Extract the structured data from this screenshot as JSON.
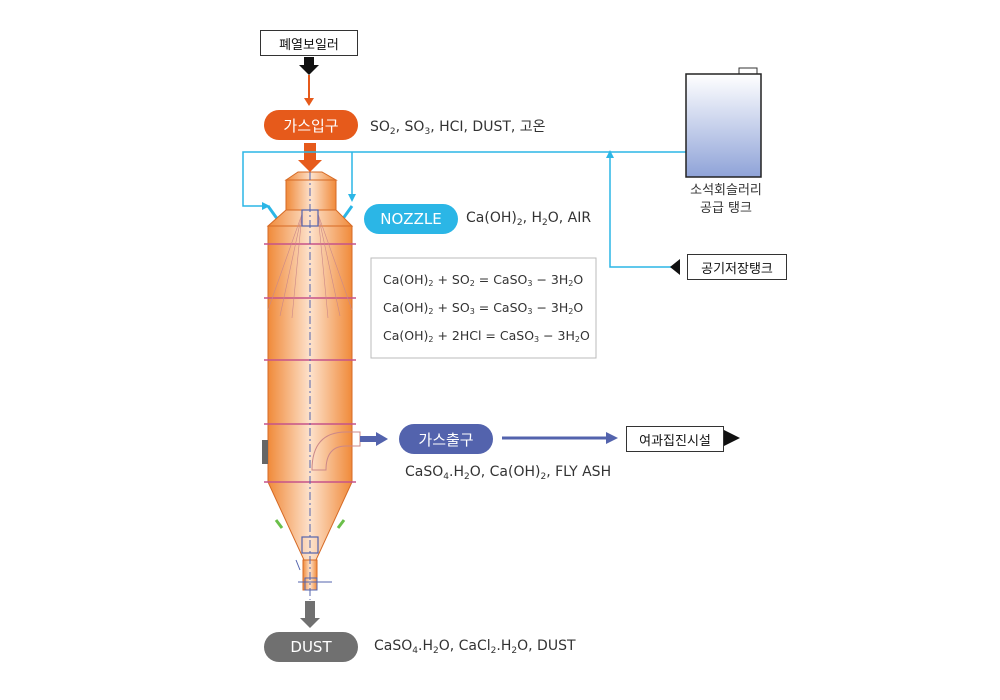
{
  "labels": {
    "boiler": "폐열보일러",
    "gas_inlet": "가스입구",
    "nozzle": "NOZZLE",
    "gas_outlet": "가스출구",
    "dust": "DUST",
    "slurry_tank_line1": "소석회슬러리",
    "slurry_tank_line2": "공급 탱크",
    "air_tank": "공기저장탱크",
    "filter": "여과집진시설"
  },
  "notes": {
    "inlet": {
      "p1": "SO",
      "s1": "2",
      "p2": ", SO",
      "s2": "3",
      "p3": ", HCI, DUST, 고온"
    },
    "nozzle": {
      "p1": "Ca(OH)",
      "s1": "2",
      "p2": ", H",
      "s2": "2",
      "p3": "O, AIR"
    },
    "outlet": {
      "p1": "CaSO",
      "s1": "4",
      "p2": ".H",
      "s2": "2",
      "p3": "O, Ca(OH)",
      "s3": "2",
      "p4": ", FLY ASH"
    },
    "dust": {
      "p1": "CaSO",
      "s1": "4",
      "p2": ".H",
      "s2": "2",
      "p3": "O, CaCl",
      "s3": "2",
      "p4": ".H",
      "s4": "2",
      "p5": "O, DUST"
    }
  },
  "equations": [
    {
      "a": "Ca(OH)",
      "a_s": "2",
      "b": " + SO",
      "b_s": "2",
      "c": " = CaSO",
      "c_s": "3",
      "d": " − 3H",
      "d_s": "2",
      "e": "O"
    },
    {
      "a": "Ca(OH)",
      "a_s": "2",
      "b": " + SO",
      "b_s": "3",
      "c": " = CaSO",
      "c_s": "3",
      "d": " − 3H",
      "d_s": "2",
      "e": "O"
    },
    {
      "a": "Ca(OH)",
      "a_s": "2",
      "b": " + 2HCl = CaSO",
      "b_s": "3",
      "c": " − 3H",
      "c_s": "2",
      "d": "O",
      "d_s": "",
      "e": ""
    }
  ],
  "colors": {
    "orange": "#e65a1b",
    "cyan": "#2bb6e6",
    "indigo": "#5363ad",
    "gray": "#707070",
    "vessel": "#f39a55"
  }
}
